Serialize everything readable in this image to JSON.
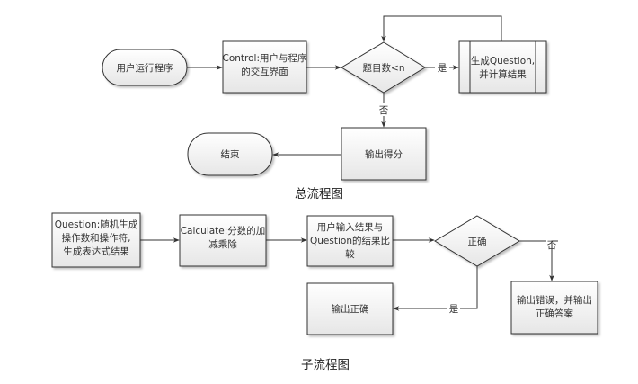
{
  "main_flow": {
    "caption": "总流程图",
    "nodes": {
      "start": {
        "lines": [
          "用户运行程序"
        ]
      },
      "control": {
        "lines": [
          "Control:用户与程序",
          "的交互界面"
        ]
      },
      "decision": {
        "lines": [
          "题目数<n"
        ]
      },
      "generate": {
        "lines": [
          "生成Question,",
          "并计算结果"
        ]
      },
      "output_score": {
        "lines": [
          "输出得分"
        ]
      },
      "end": {
        "lines": [
          "结束"
        ]
      }
    },
    "edge_labels": {
      "yes": "是",
      "no": "否"
    }
  },
  "sub_flow": {
    "caption": "子流程图",
    "nodes": {
      "question": {
        "lines": [
          "Question:随机生成",
          "操作数和操作符,",
          "生成表达式结果"
        ]
      },
      "calculate": {
        "lines": [
          "Calculate:分数的加",
          "减乘除"
        ]
      },
      "compare": {
        "lines": [
          "用户输入结果与",
          "Question的结果比",
          "较"
        ]
      },
      "decision": {
        "lines": [
          "正确"
        ]
      },
      "output_wrong": {
        "lines": [
          "输出错误，并输出",
          "正确答案"
        ]
      },
      "output_correct": {
        "lines": [
          "输出正确"
        ]
      }
    },
    "edge_labels": {
      "yes": "是",
      "no": "否"
    }
  }
}
